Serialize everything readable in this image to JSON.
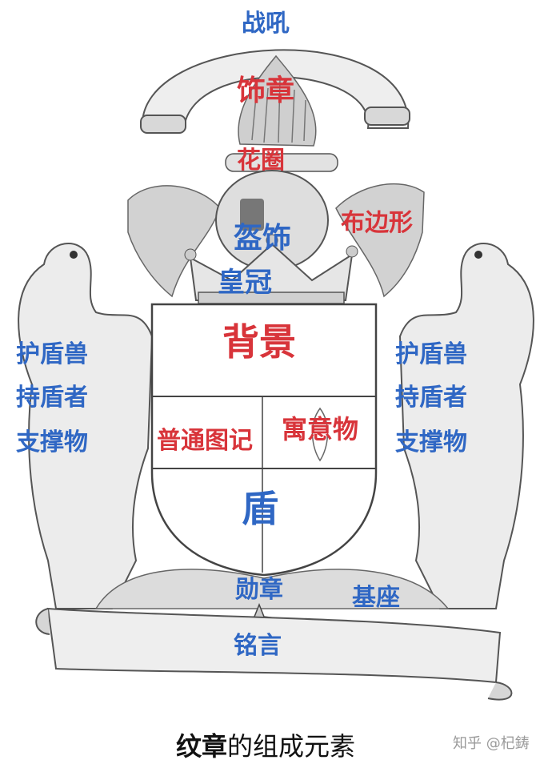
{
  "labels": {
    "war_cry": "战吼",
    "crest": "饰章",
    "wreath": "花圈",
    "mantling": "布边形",
    "helmet": "盔饰",
    "crown": "皇冠",
    "field": "背景",
    "left_1": "护盾兽",
    "left_2": "持盾者",
    "left_3": "支撑物",
    "right_1": "护盾兽",
    "right_2": "持盾者",
    "right_3": "支撑物",
    "ordinaries": "普通图记",
    "charge": "寓意物",
    "shield": "盾",
    "order": "勋章",
    "compartment": "基座",
    "motto": "铭言"
  },
  "caption": {
    "bold_part": "纹章",
    "rest": "的组成元素"
  },
  "watermark": "知乎 @杞鋳",
  "colors": {
    "blue": "#2f67c4",
    "red": "#d8343a"
  }
}
